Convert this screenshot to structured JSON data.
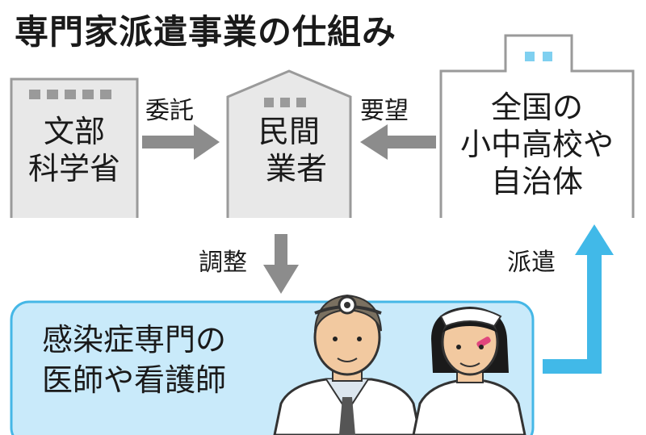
{
  "title": "専門家派遣事業の仕組み",
  "nodes": {
    "ministry": {
      "line1": "文部",
      "line2": "科学省"
    },
    "contractor": {
      "line1": "民間",
      "line2": "業者"
    },
    "schools": {
      "line1": "全国の",
      "line2": "小中高校や",
      "line3": "自治体"
    }
  },
  "arrows": {
    "commission": "委託",
    "request": "要望",
    "coordinate": "調整",
    "dispatch": "派遣"
  },
  "experts": {
    "line1": "感染症専門の",
    "line2": "医師や看護師"
  },
  "colors": {
    "building": "#e8e8e8",
    "building_outline": "#9a9a9a",
    "arrow_gray": "#8c8c8c",
    "arrow_blue": "#41b9e8",
    "panel_fill": "#c9eafa",
    "panel_border": "#45b7e6"
  }
}
